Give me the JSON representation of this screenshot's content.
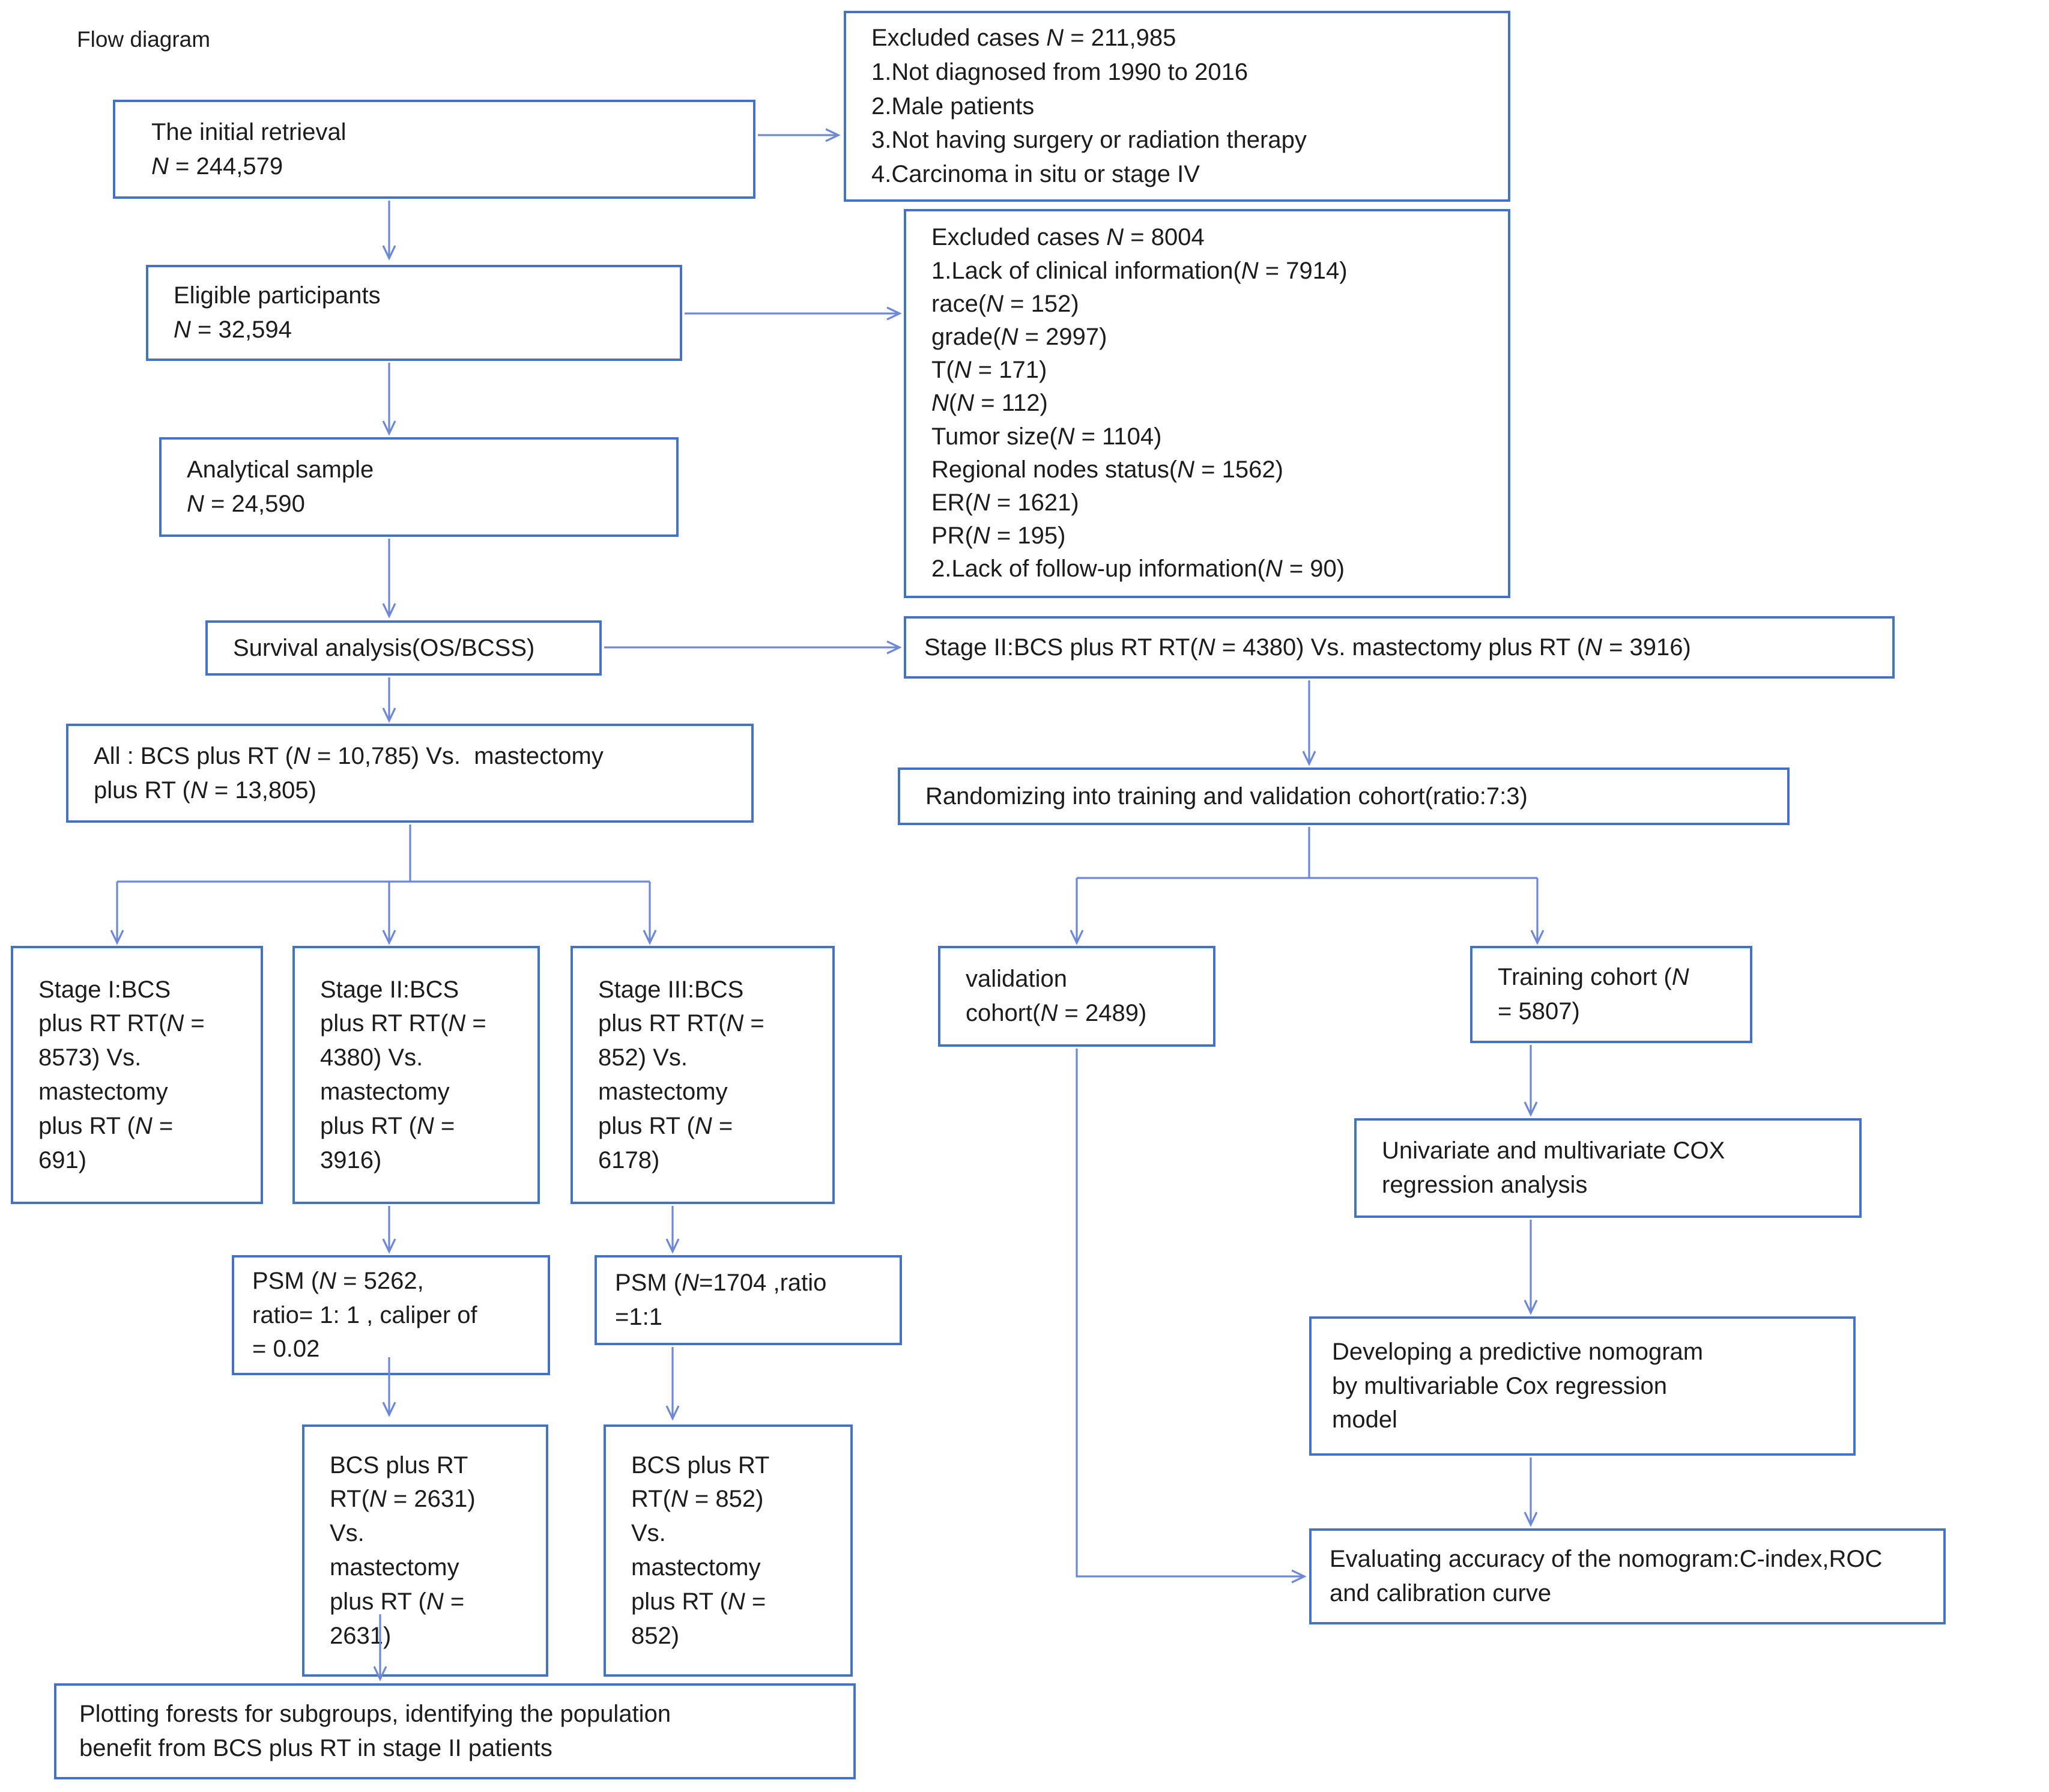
{
  "figure_label": "Flow diagram",
  "colors": {
    "box_border": "#4472c4",
    "arrow": "#6d89d5",
    "text": "#1c1c1c"
  },
  "nodes": {
    "initial_retrieval": "The initial retrieval\nN = 244,579",
    "excluded_1": "Excluded cases N = 211,985\n1.Not diagnosed from 1990 to 2016\n2.Male patients\n3.Not having surgery or radiation therapy\n4.Carcinoma in situ or stage IV",
    "eligible": "Eligible participants\nN = 32,594",
    "excluded_2": "Excluded cases N = 8004\n1.Lack of clinical information(N = 7914)\nrace(N = 152)\ngrade(N = 2997)\nT(N = 171)\nN(N = 112)\nTumor size(N = 1104)\nRegional nodes status(N = 1562)\nER(N = 1621)\nPR(N = 195)\n2.Lack of follow-up information(N = 90)",
    "analytical": "Analytical sample\nN = 24,590",
    "survival": "Survival analysis(OS/BCSS)",
    "stage2_compare_wide": "Stage II:BCS plus RT RT(N = 4380) Vs. mastectomy plus RT (N = 3916)",
    "all_compare": "All : BCS plus RT (N = 10,785) Vs.  mastectomy\nplus RT (N = 13,805)",
    "randomizing": "Randomizing into training and validation cohort(ratio:7:3)",
    "stage1_compare": "Stage I:BCS\nplus RT RT(N =\n8573) Vs.\nmastectomy\nplus RT (N =\n691)",
    "stage2_compare": "Stage II:BCS\nplus RT RT(N =\n4380) Vs.\nmastectomy\nplus RT (N =\n3916)",
    "stage3_compare": "Stage III:BCS\nplus RT RT(N =\n852) Vs.\nmastectomy\nplus RT (N =\n6178)",
    "validation_cohort": "validation\ncohort(N = 2489)",
    "training_cohort": "Training cohort (N\n= 5807)",
    "cox_regression": "Univariate and multivariate COX\nregression analysis",
    "psm_stage2": "PSM (N = 5262,\nratio= 1: 1 , caliper of\n= 0.02",
    "psm_stage3": "PSM (N=1704 ,ratio\n=1:1",
    "nomogram": "Developing a predictive nomogram\nby multivariable Cox regression\nmodel",
    "bcs_2631": "BCS plus RT\nRT(N = 2631)\nVs.\nmastectomy\nplus RT (N =\n2631)",
    "bcs_852": "BCS plus RT\nRT(N = 852)\nVs.\nmastectomy\nplus RT (N =\n852)",
    "evaluating": "Evaluating accuracy of the nomogram:C-index,ROC\nand calibration curve",
    "plotting_forests": "Plotting forests for subgroups, identifying the population\nbenefit from BCS plus RT in stage II patients"
  }
}
